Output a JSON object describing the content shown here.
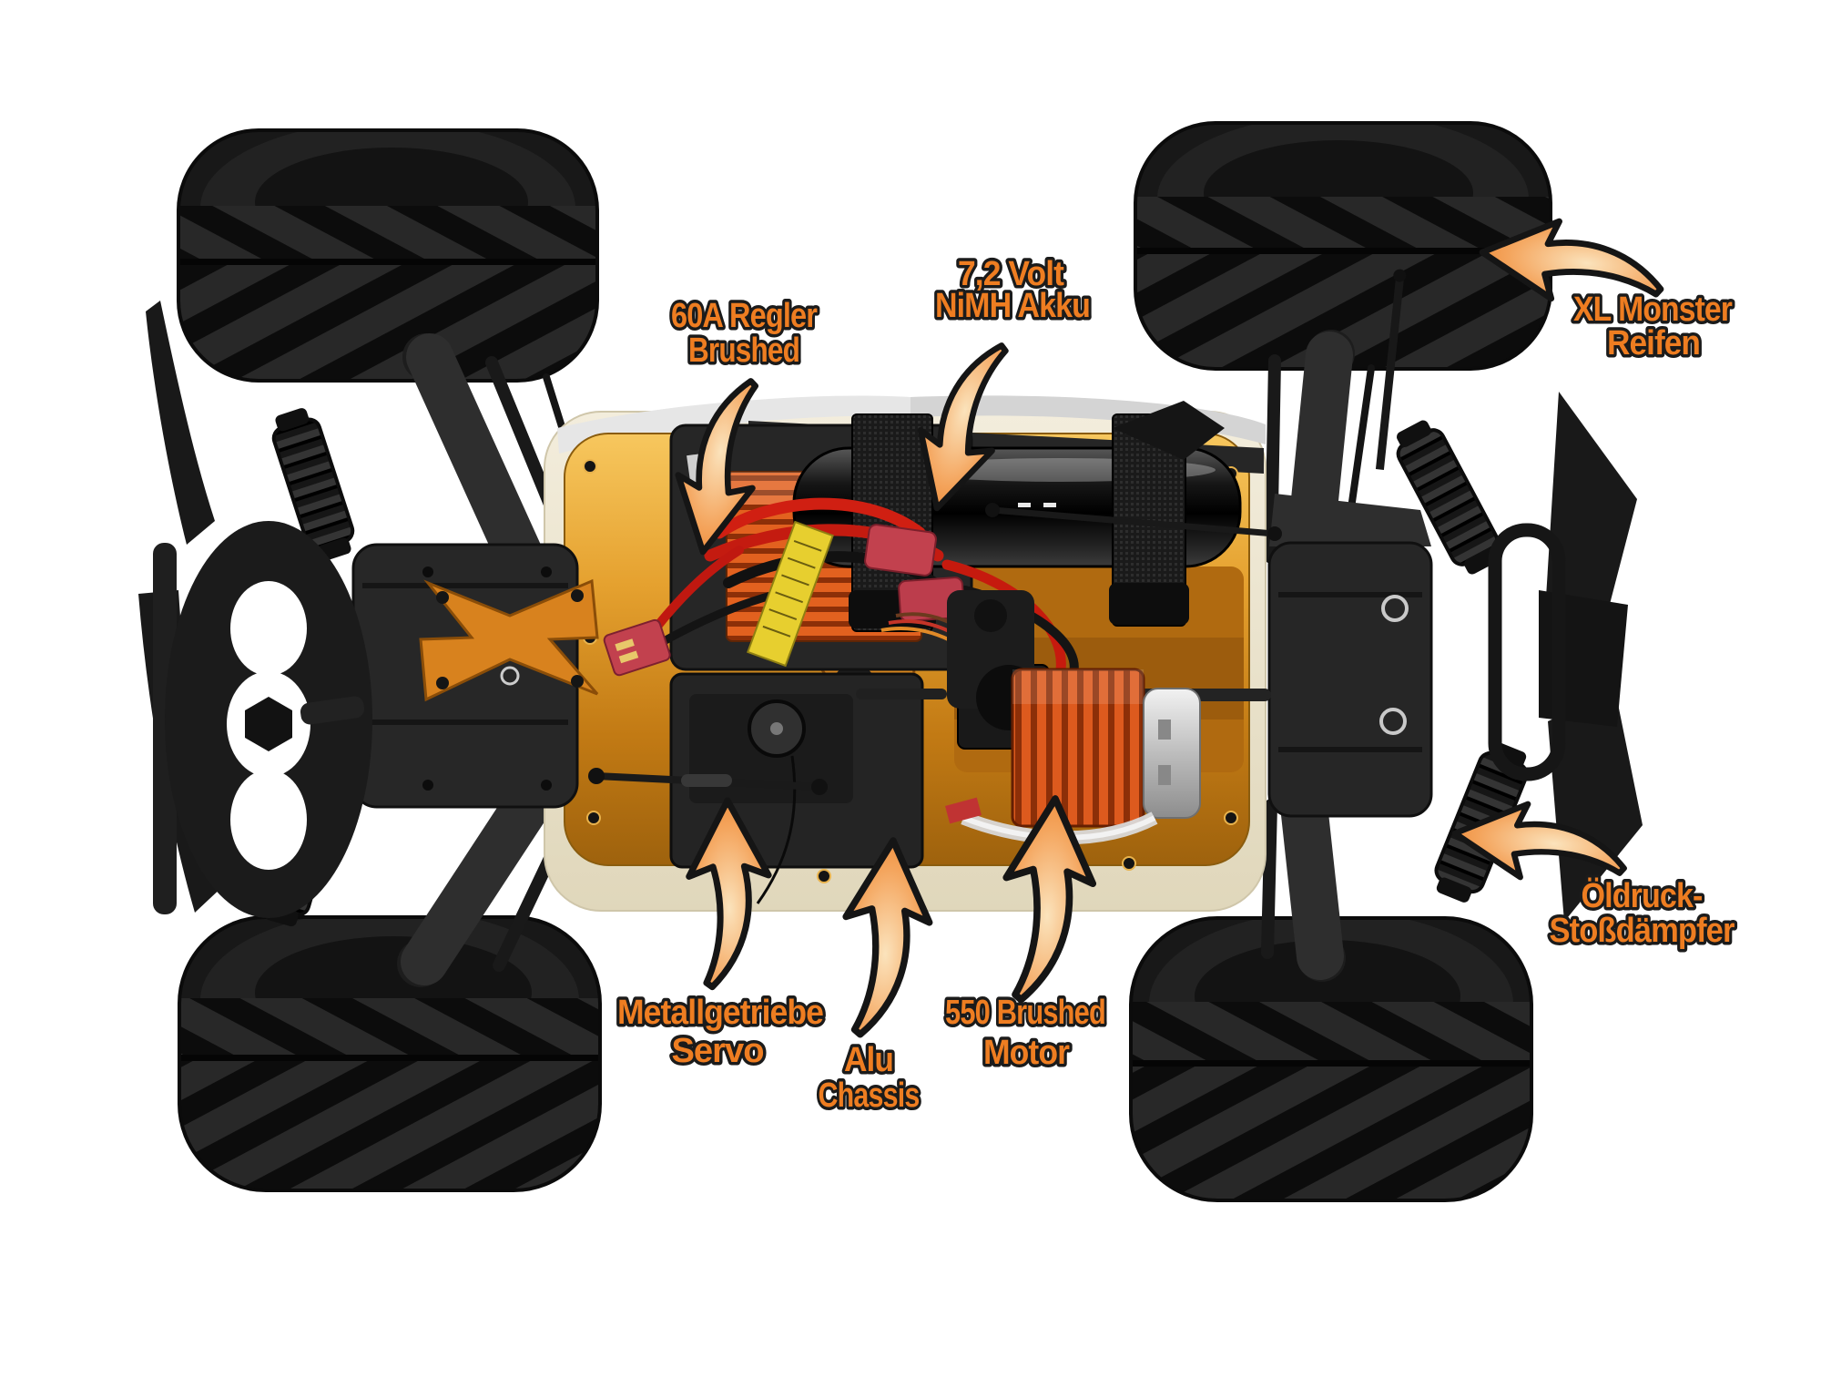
{
  "callouts": [
    {
      "id": "regler",
      "line1": "60A Regler",
      "line2": "Brushed"
    },
    {
      "id": "akku",
      "line1": "7,2 Volt",
      "line2": "NiMH Akku"
    },
    {
      "id": "reifen",
      "line1": "XL Monster",
      "line2": "Reifen"
    },
    {
      "id": "daempfer",
      "line1": "Öldruck-",
      "line2": "Stoßdämpfer"
    },
    {
      "id": "servo",
      "line1": "Metallgetriebe",
      "line2": "Servo"
    },
    {
      "id": "chassis",
      "line1": "Alu",
      "line2": "Chassis"
    },
    {
      "id": "motor",
      "line1": "550 Brushed",
      "line2": "Motor"
    }
  ],
  "colors": {
    "annotation_orange": "#EE7D21",
    "outline_black": "#1b1b1b",
    "chassis_gold": "#D89B2E",
    "motor_red": "#DD5A1E",
    "tire_black": "#181818",
    "background": "#FFFFFF"
  }
}
